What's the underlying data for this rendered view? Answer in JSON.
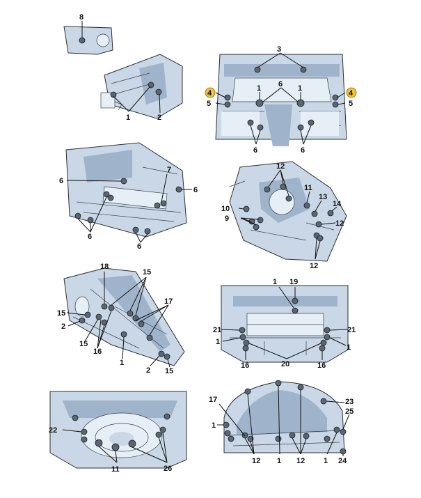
{
  "callouts": {
    "p1": {
      "n8": "8",
      "n1": "1",
      "n2": "2"
    },
    "p2": {
      "n3": "3",
      "n4a": "4",
      "n4b": "4",
      "n5a": "5",
      "n5b": "5",
      "n1a": "1",
      "n1b": "1",
      "n6top": "6",
      "n6a": "6",
      "n6b": "6"
    },
    "p3": {
      "n6a": "6",
      "n7": "7",
      "n6b": "6",
      "n6c": "6",
      "n6d": "6"
    },
    "p4": {
      "n12a": "12",
      "n11": "11",
      "n13": "13",
      "n14": "14",
      "n10": "10",
      "n9": "9",
      "n12b": "12",
      "n12c": "12"
    },
    "p5": {
      "n18": "18",
      "n15a": "15",
      "n17": "17",
      "n15b": "15",
      "n2a": "2",
      "n15c": "15",
      "n16": "16",
      "n1": "1",
      "n2b": "2",
      "n15d": "15"
    },
    "p6": {
      "n1a": "1",
      "n19": "19",
      "n21a": "21",
      "n21b": "21",
      "n1b": "1",
      "n1c": "1",
      "n16a": "16",
      "n20": "20",
      "n16b": "16"
    },
    "p7": {
      "n22": "22",
      "n11": "11",
      "n26": "26"
    },
    "p8": {
      "n17": "17",
      "n23": "23",
      "n25": "25",
      "n1a": "1",
      "n12a": "12",
      "n1b": "1",
      "n12b": "12",
      "n1c": "1",
      "n24": "24"
    }
  },
  "colors": {
    "panel": "#c9d7e6",
    "panel_dark": "#9fb4cb",
    "highlight": "#f2c230"
  }
}
